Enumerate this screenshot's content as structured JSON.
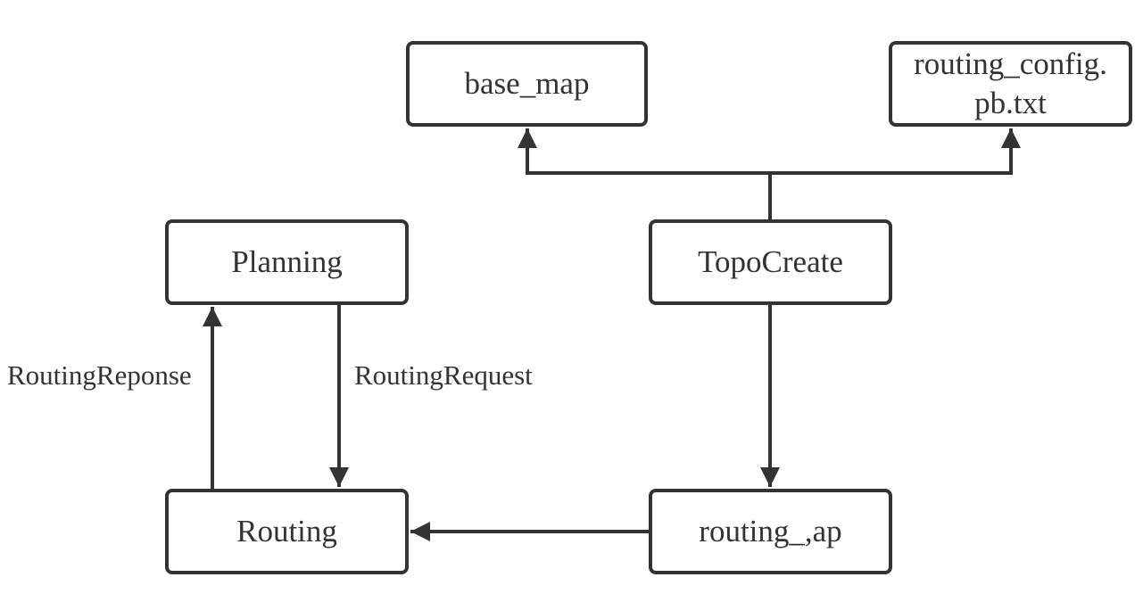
{
  "diagram": {
    "nodes": {
      "base_map": "base_map",
      "routing_config_line1": "routing_config.",
      "routing_config_line2": "pb.txt",
      "planning": "Planning",
      "topocreate": "TopoCreate",
      "routing": "Routing",
      "routing_map": "routing_,ap"
    },
    "edges": {
      "routing_response": "RoutingReponse",
      "routing_request": "RoutingRequest"
    },
    "colors": {
      "line": "#333333",
      "background": "#ffffff"
    }
  }
}
